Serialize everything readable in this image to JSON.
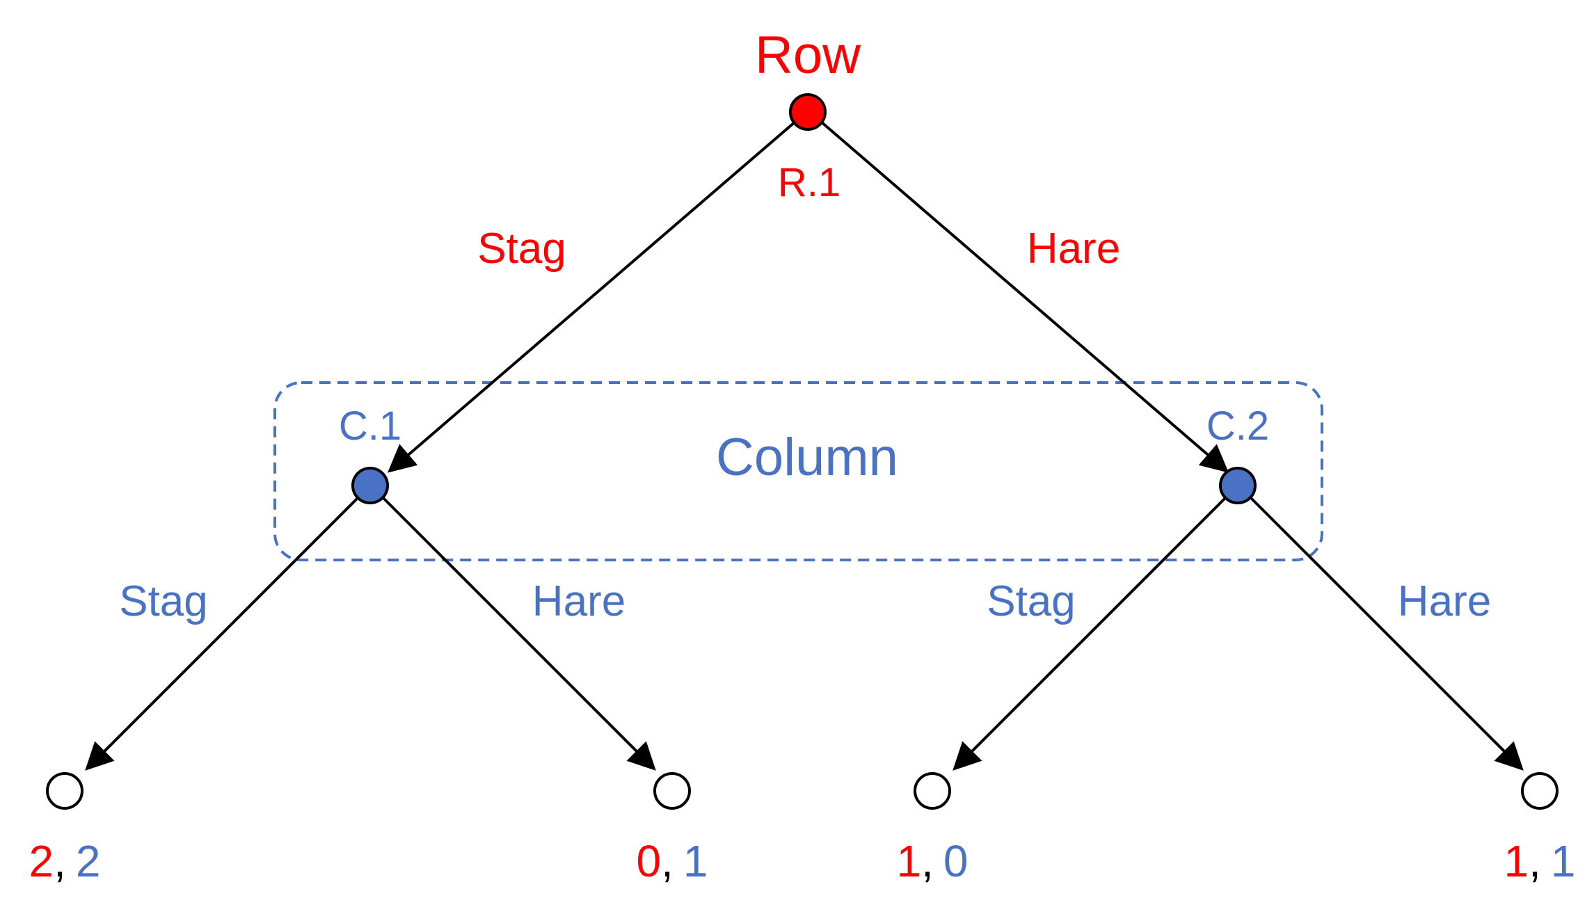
{
  "colors": {
    "row": "#ff0000",
    "column": "#4a72c4",
    "edge": "#000000",
    "terminal_fill": "#ffffff",
    "info_set": "#4a72c4"
  },
  "row_player": {
    "name": "Row",
    "node_label": "R.1"
  },
  "column_player": {
    "name": "Column",
    "node_labels": [
      "C.1",
      "C.2"
    ]
  },
  "row_actions": {
    "left": "Stag",
    "right": "Hare"
  },
  "column_actions": {
    "c1": {
      "left": "Stag",
      "right": "Hare"
    },
    "c2": {
      "left": "Stag",
      "right": "Hare"
    }
  },
  "payoffs": [
    {
      "row": "2",
      "sep": ",",
      "col": "2"
    },
    {
      "row": "0",
      "sep": ",",
      "col": "1"
    },
    {
      "row": "1",
      "sep": ",",
      "col": "0"
    },
    {
      "row": "1",
      "sep": ",",
      "col": "1"
    }
  ]
}
